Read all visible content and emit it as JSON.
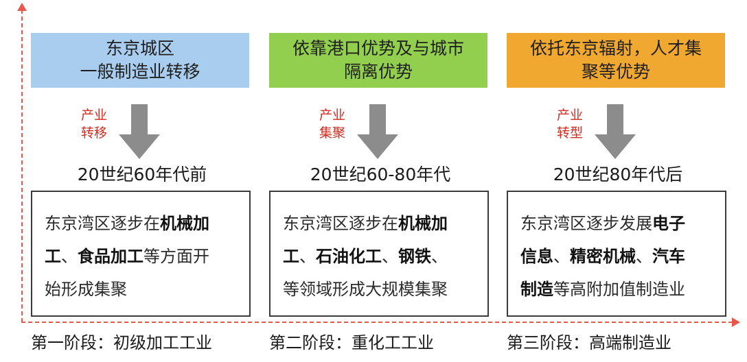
{
  "colors": {
    "axis": "#e8584a",
    "tag": "#d42b22",
    "arrow": "#8c8c8c",
    "box_border": "#3a3a3a"
  },
  "columns": [
    {
      "top_text": "东京城区\n一般制造业转移",
      "top_color": "#a9cdee",
      "tag": "产业\n转移",
      "era": "20世纪60年代前",
      "desc_lines": [
        [
          {
            "t": "东京湾区逐步在"
          },
          {
            "t": "机械加",
            "b": true
          }
        ],
        [
          {
            "t": "工",
            "b": true
          },
          {
            "t": "、"
          },
          {
            "t": "食品加工",
            "b": true
          },
          {
            "t": "等方面开"
          }
        ],
        [
          {
            "t": "始形成集聚"
          }
        ]
      ],
      "stage_label": "第一阶段：",
      "stage_value": "初级加工工业"
    },
    {
      "top_text": "依靠港口优势及与城市\n隔离优势",
      "top_color": "#93cf4e",
      "tag": "产业\n集聚",
      "era": "20世纪60-80年代",
      "desc_lines": [
        [
          {
            "t": "东京湾区逐步在"
          },
          {
            "t": "机械加",
            "b": true
          }
        ],
        [
          {
            "t": "工",
            "b": true
          },
          {
            "t": "、"
          },
          {
            "t": "石油化工",
            "b": true
          },
          {
            "t": "、"
          },
          {
            "t": "钢铁",
            "b": true
          },
          {
            "t": "、"
          }
        ],
        [
          {
            "t": "等领域形成大规模集聚"
          }
        ]
      ],
      "stage_label": "第二阶段：",
      "stage_value": "重化工工业"
    },
    {
      "top_text": "依托东京辐射，人才集\n聚等优势",
      "top_color": "#f0a830",
      "tag": "产业\n转型",
      "era": "20世纪80年代后",
      "desc_lines": [
        [
          {
            "t": "东京湾区逐步发展"
          },
          {
            "t": "电子",
            "b": true
          }
        ],
        [
          {
            "t": "信息",
            "b": true
          },
          {
            "t": "、"
          },
          {
            "t": "精密机械",
            "b": true
          },
          {
            "t": "、"
          },
          {
            "t": "汽车",
            "b": true
          }
        ],
        [
          {
            "t": "制造",
            "b": true
          },
          {
            "t": "等高附加值制造业"
          }
        ]
      ],
      "stage_label": "第三阶段：",
      "stage_value": "高端制造业"
    }
  ]
}
